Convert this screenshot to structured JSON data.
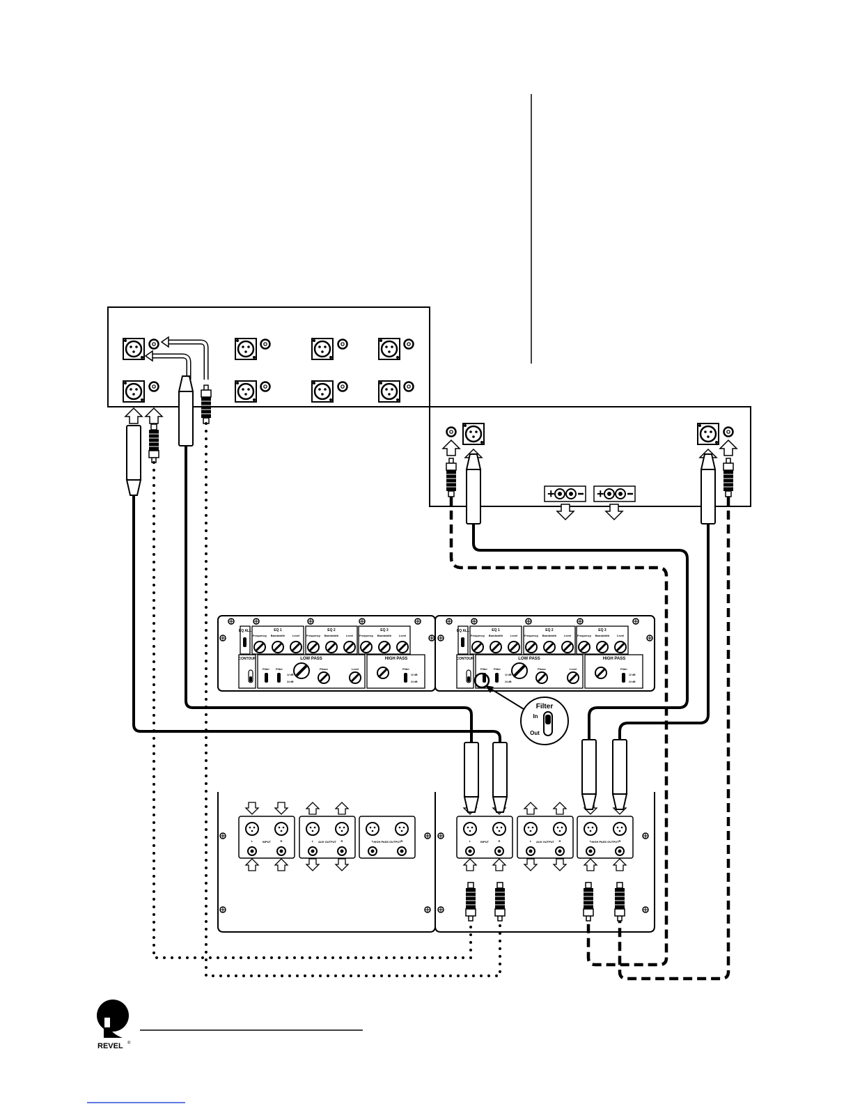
{
  "brand": {
    "name": "REVEL",
    "mark": "®"
  },
  "eq_panel": {
    "eq_all": "EQ ALL",
    "eq_sections": [
      "EQ 1",
      "EQ 2",
      "EQ 3"
    ],
    "eq_controls": [
      "Frequency",
      "Bandwidth",
      "Level"
    ],
    "contour": "CONTOUR",
    "low_pass": "LOW PASS",
    "high_pass": "HIGH PASS",
    "phase": "Phase",
    "level": "Level",
    "filter": "Filter",
    "slope_12": "12 dB",
    "slope_24": "24 dB"
  },
  "io_panel": {
    "input": "INPUT",
    "aux_output": "AUX OUTPUT",
    "high_pass_output": "HIGH PASS OUTPUT",
    "left": "L",
    "right": "R"
  },
  "callout": {
    "title": "Filter",
    "in": "In",
    "out": "Out"
  },
  "colors": {
    "ink": "#000000",
    "paper": "#ffffff"
  }
}
